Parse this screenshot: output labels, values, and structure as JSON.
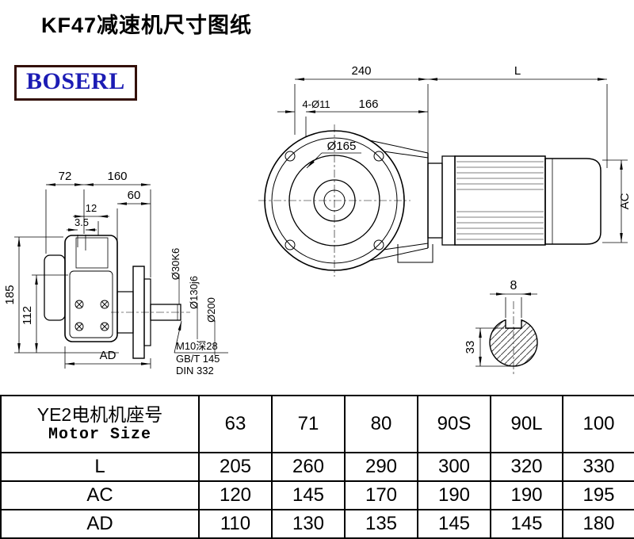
{
  "page": {
    "title": "KF47减速机尺寸图纸",
    "logo_text": "BOSERL"
  },
  "drawing": {
    "top_dims": {
      "d240": "240",
      "dL": "L",
      "holes": "4-Ø11",
      "d166": "166",
      "o165": "Ø165",
      "dAC": "AC"
    },
    "side_dims": {
      "d72": "72",
      "d160": "160",
      "d60": "60",
      "d12": "12",
      "d35": "3.5",
      "d185": "185",
      "d112": "112",
      "dAD": "AD",
      "o30": "Ø30K6",
      "o130": "Ø130j6",
      "o200": "Ø200",
      "thread": "M10深28",
      "std1": "GB/T 145",
      "std2": "DIN 332"
    },
    "shaft_detail": {
      "d8": "8",
      "d33": "33"
    }
  },
  "table": {
    "header": {
      "line1": "YE2电机机座号",
      "line2": "Motor Size"
    },
    "motor_sizes": [
      "63",
      "71",
      "80",
      "90S",
      "90L",
      "100"
    ],
    "rows": [
      {
        "label": "L",
        "values": [
          "205",
          "260",
          "290",
          "300",
          "320",
          "330"
        ]
      },
      {
        "label": "AC",
        "values": [
          "120",
          "145",
          "170",
          "190",
          "190",
          "195"
        ]
      },
      {
        "label": "AD",
        "values": [
          "110",
          "130",
          "135",
          "145",
          "145",
          "180"
        ]
      }
    ]
  }
}
